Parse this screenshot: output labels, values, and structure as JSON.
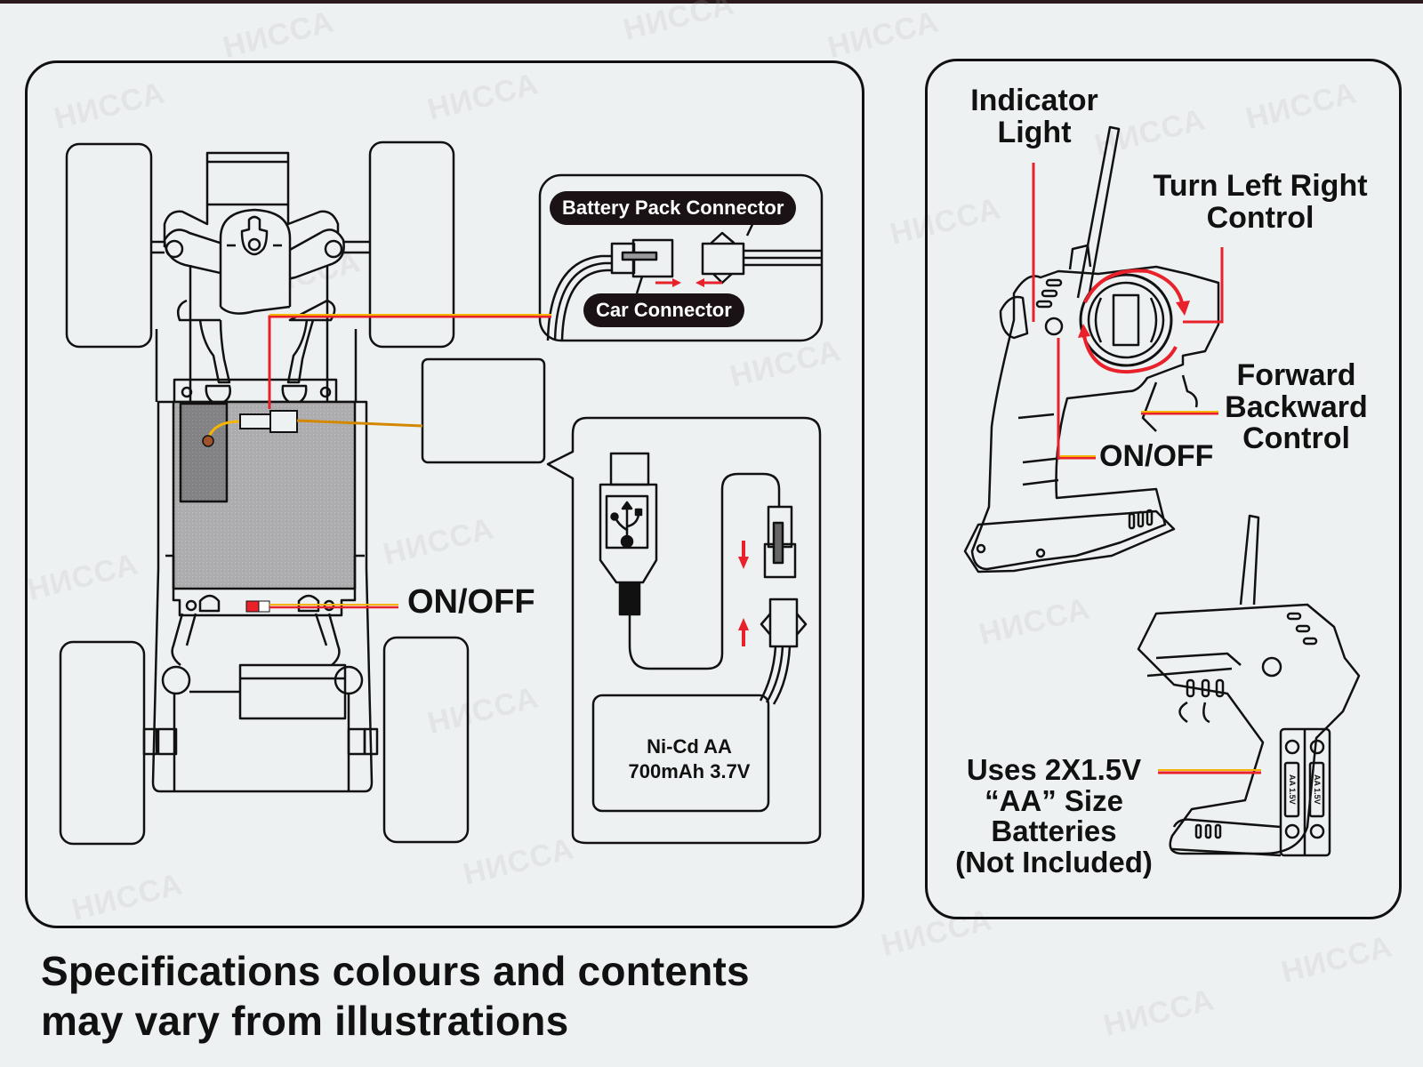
{
  "document": {
    "type": "RC car instruction sheet",
    "watermark": "НИССА"
  },
  "car_panel": {
    "callouts": {
      "battery_pack_connector": "Battery Pack Connector",
      "car_connector": "Car Connector",
      "on_off": "ON/OFF"
    },
    "battery_label_line1": "Ni-Cd  AA",
    "battery_label_line2": "700mAh 3.7V",
    "usb_icon": "usb-icon",
    "arrow_icons": [
      "arrow-right-icon",
      "arrow-left-icon",
      "arrow-down-icon",
      "arrow-up-icon"
    ]
  },
  "remote_panel": {
    "indicator_light_line1": "Indicator",
    "indicator_light_line2": "Light",
    "turn_control_line1": "Turn Left Right",
    "turn_control_line2": "Control",
    "forward_line1": "Forward",
    "forward_line2": "Backward",
    "forward_line3": "Control",
    "on_off": "ON/OFF",
    "batteries_line1": "Uses 2X1.5V",
    "batteries_line2": "“AA” Size",
    "batteries_line3": "Batteries",
    "batteries_line4": "(Not Included)",
    "battery_cell_label": "AA 1.5V"
  },
  "footer": {
    "line1": "Specifications colours and contents",
    "line2": "may vary from illustrations"
  },
  "colors": {
    "background": "#eef1f2",
    "ink": "#111111",
    "callout_red": "#e8212b",
    "callout_yellow": "#f5b400",
    "battery_gray": "#a9a9ab",
    "battery_dark": "#7d7d80"
  }
}
